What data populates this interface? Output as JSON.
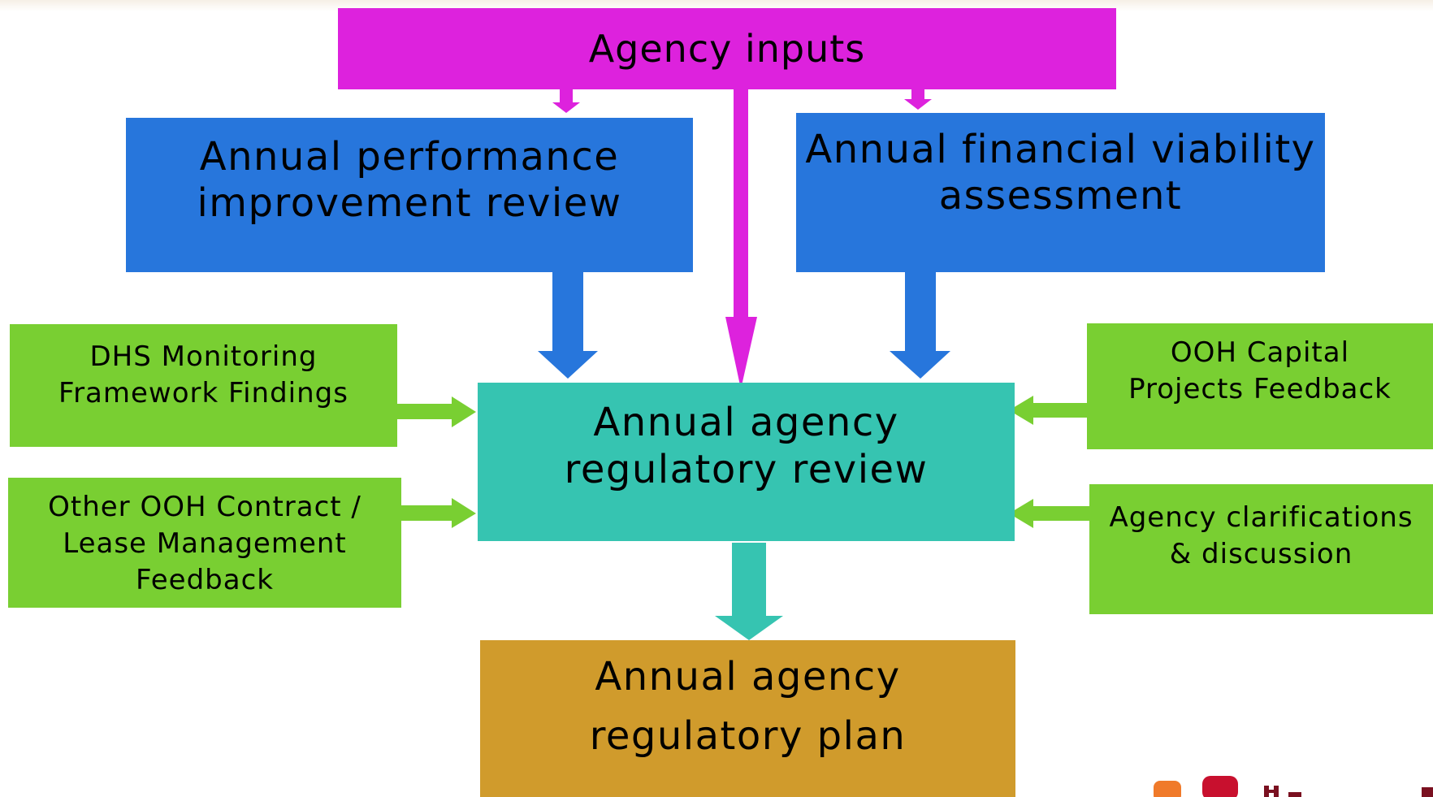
{
  "diagram": {
    "agency_inputs": "Agency inputs",
    "performance_review": "Annual performance\nimprovement review",
    "financial_viability": "Annual financial viability\nassessment",
    "regulatory_review": "Annual agency\nregulatory review",
    "regulatory_plan": "Annual agency\nregulatory plan",
    "dhs_findings": "DHS Monitoring\nFramework Findings",
    "ooh_contract": "Other OOH Contract /\nLease Management\nFeedback",
    "ooh_capital": "OOH Capital\nProjects Feedback",
    "agency_clarifications": "Agency clarifications\n& discussion"
  },
  "colors": {
    "agency_inputs": "#dd22dd",
    "annual_reviews": "#2776dc",
    "regulatory_review": "#36c4b1",
    "regulatory_plan": "#d09b2c",
    "feedback_boxes": "#79cf32",
    "logo_orange": "#f07a2a",
    "logo_red": "#c8102e"
  }
}
